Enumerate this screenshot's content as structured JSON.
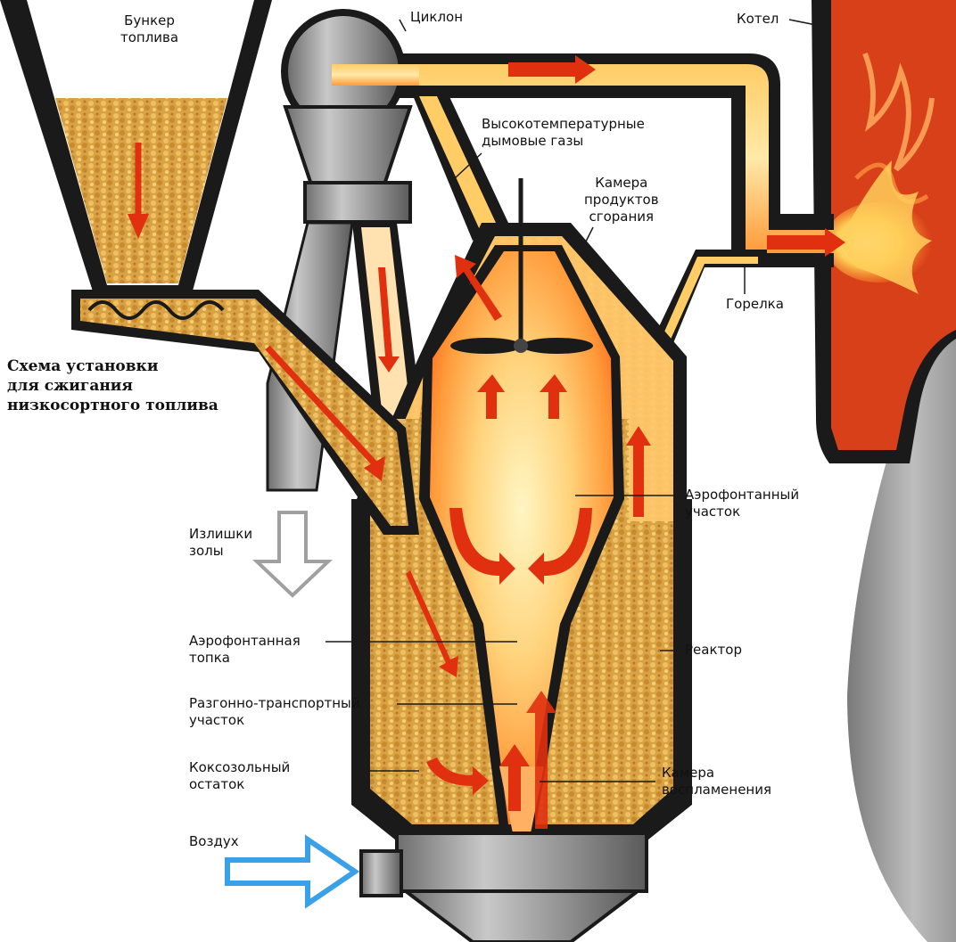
{
  "title": "Схема установки\nдля сжигания\nнизкосортного топлива",
  "labels": {
    "bunker": "Бункер\nтоплива",
    "cyclone": "Циклон",
    "boiler": "Котел",
    "hot_gases": "Высокотемпературные\nдымовые газы",
    "combustion_chamber": "Камера\nпродуктов\nсгорания",
    "burner": "Горелка",
    "aerofountain_section": "Аэрофонтанный\nучасток",
    "ash_excess": "Излишки\nзолы",
    "aerofountain_furnace": "Аэрофонтанная\nтопка",
    "reactor": "Реактор",
    "acceleration_section": "Разгонно-транспортный\nучасток",
    "coke_ash_residue": "Коксозольный\nостаток",
    "ignition_chamber": "Камера\nвоспламенения",
    "air": "Воздух"
  },
  "colors": {
    "wall": "#1a1a1a",
    "flame_core": "#fff2b0",
    "flame_mid": "#ffb347",
    "flame_edge": "#ff7a1a",
    "fuel": "#d8a040",
    "arrow": "#e03010",
    "boiler": "#d8401a",
    "steel": "#8a8a8a",
    "air_arrow": "#3aa0e8"
  }
}
